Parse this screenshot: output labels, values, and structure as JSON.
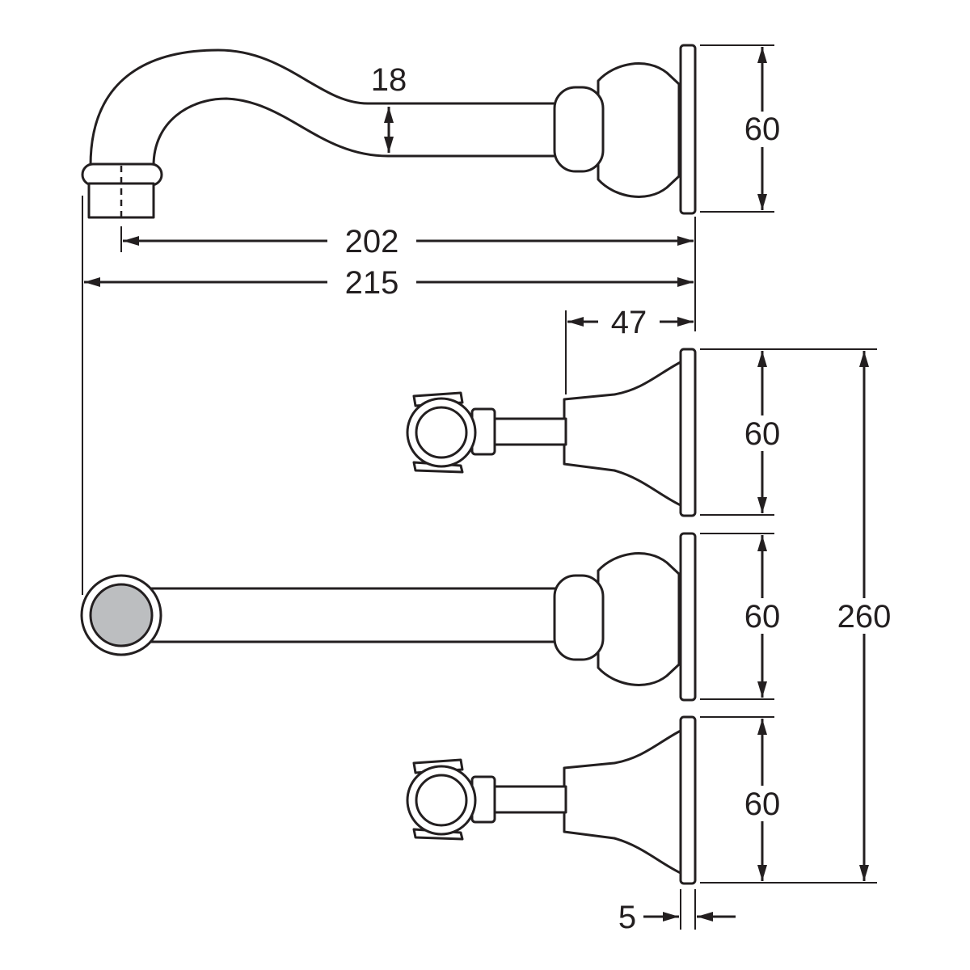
{
  "dimensions": {
    "pipe_diameter": "18",
    "spout_reach": "202",
    "overall_reach": "215",
    "handle_projection": "47",
    "plate_thickness": "5",
    "spout_plate_height": "60",
    "handle_plate_height_upper": "60",
    "spout_plate_height_lower": "60",
    "handle_plate_height_lower": "60",
    "overall_height": "260"
  },
  "colors": {
    "line": "#231f20",
    "outlet_fill": "#bcbec0",
    "background": "#ffffff"
  }
}
